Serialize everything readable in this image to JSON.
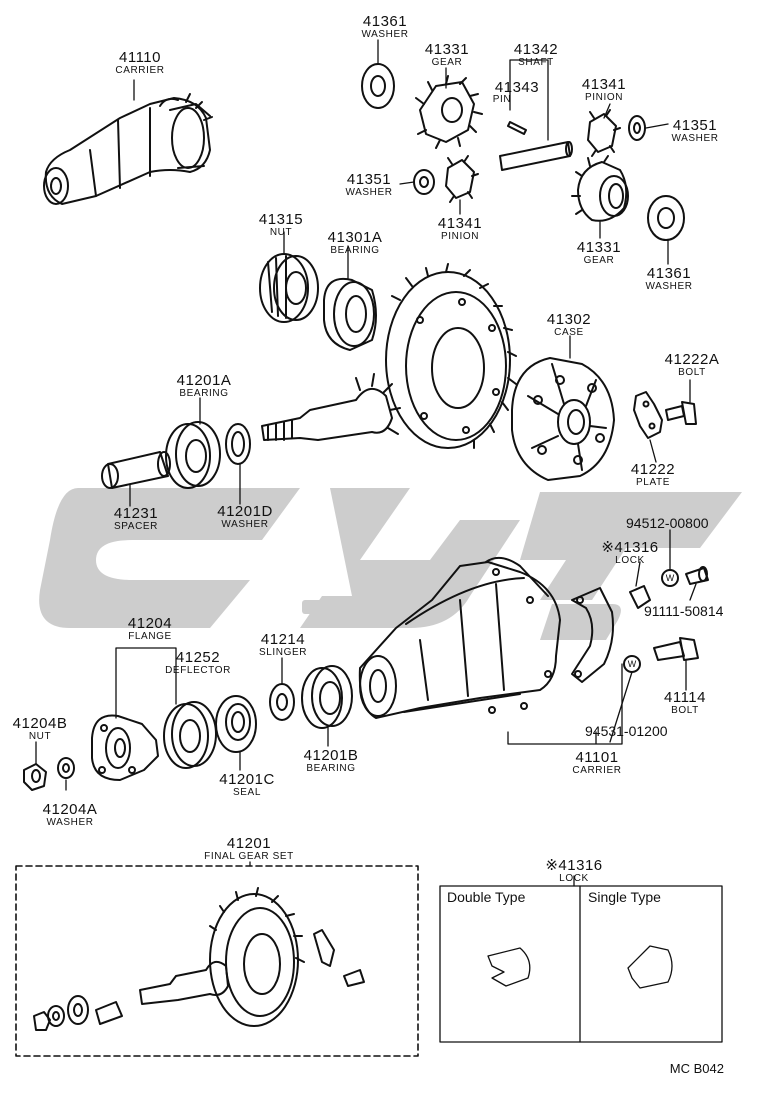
{
  "watermark_color": "#c8c8c8",
  "parts": [
    {
      "key": "p41361a",
      "number": "41361",
      "name": "WASHER"
    },
    {
      "key": "p41331a",
      "number": "41331",
      "name": "GEAR"
    },
    {
      "key": "p41342",
      "number": "41342",
      "name": "SHAFT"
    },
    {
      "key": "p41343",
      "number": "41343",
      "name": "PIN"
    },
    {
      "key": "p41341a",
      "number": "41341",
      "name": "PINION"
    },
    {
      "key": "p41351a",
      "number": "41351",
      "name": "WASHER"
    },
    {
      "key": "p41110",
      "number": "41110",
      "name": "CARRIER"
    },
    {
      "key": "p41351b",
      "number": "41351",
      "name": "WASHER"
    },
    {
      "key": "p41341b",
      "number": "41341",
      "name": "PINION"
    },
    {
      "key": "p41331b",
      "number": "41331",
      "name": "GEAR"
    },
    {
      "key": "p41361b",
      "number": "41361",
      "name": "WASHER"
    },
    {
      "key": "p41315",
      "number": "41315",
      "name": "NUT"
    },
    {
      "key": "p41301A",
      "number": "41301A",
      "name": "BEARING"
    },
    {
      "key": "p41302",
      "number": "41302",
      "name": "CASE"
    },
    {
      "key": "p41222A",
      "number": "41222A",
      "name": "BOLT"
    },
    {
      "key": "p41201A",
      "number": "41201A",
      "name": "BEARING"
    },
    {
      "key": "p41222",
      "number": "41222",
      "name": "PLATE"
    },
    {
      "key": "p41231",
      "number": "41231",
      "name": "SPACER"
    },
    {
      "key": "p41201D",
      "number": "41201D",
      "name": "WASHER"
    },
    {
      "key": "p41316a",
      "number": "※41316",
      "name": "LOCK"
    },
    {
      "key": "p41204",
      "number": "41204",
      "name": "FLANGE"
    },
    {
      "key": "p41214",
      "number": "41214",
      "name": "SLINGER"
    },
    {
      "key": "p41252",
      "number": "41252",
      "name": "DEFLECTOR"
    },
    {
      "key": "p41114",
      "number": "41114",
      "name": "BOLT"
    },
    {
      "key": "p41204B",
      "number": "41204B",
      "name": "NUT"
    },
    {
      "key": "p41201B",
      "number": "41201B",
      "name": "BEARING"
    },
    {
      "key": "p41201C",
      "number": "41201C",
      "name": "SEAL"
    },
    {
      "key": "p41101",
      "number": "41101",
      "name": "CARRIER"
    },
    {
      "key": "p41204A",
      "number": "41204A",
      "name": "WASHER"
    },
    {
      "key": "p41201",
      "number": "41201",
      "name": "FINAL GEAR SET"
    },
    {
      "key": "p41316b",
      "number": "※41316",
      "name": "LOCK"
    }
  ],
  "part_numbers": {
    "n9451200800": "94512-00800",
    "n9111150814": "91111-50814",
    "n9453101200": "94531-01200"
  },
  "lock_table": {
    "double_type": "Double Type",
    "single_type": "Single Type"
  },
  "diagram_code": "MC B042"
}
